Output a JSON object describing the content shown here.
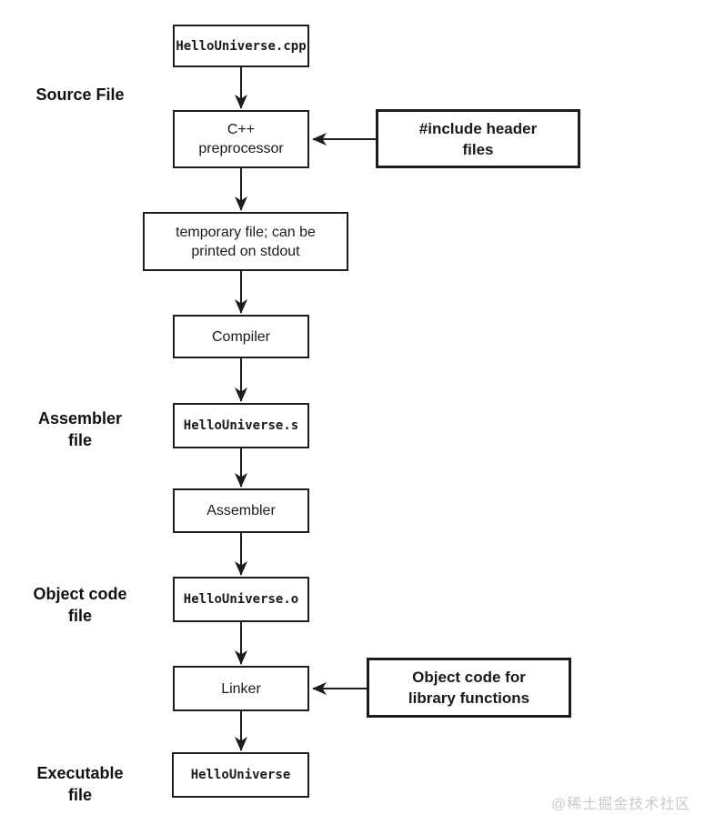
{
  "colors": {
    "background": "#ffffff",
    "line_and_border": "#1c1c1c",
    "text": "#1a1a1a",
    "watermark": "#c9c9c9"
  },
  "side_labels": {
    "source": {
      "line1": "Source File"
    },
    "assembler": {
      "line1": "Assembler",
      "line2": "file"
    },
    "object_code": {
      "line1": "Object code",
      "line2": "file"
    },
    "executable": {
      "line1": "Executable",
      "line2": "file"
    }
  },
  "nodes": {
    "cpp_file": "HelloUniverse.cpp",
    "preprocessor": {
      "line1": "C++",
      "line2": "preprocessor"
    },
    "temp_file": {
      "line1": "temporary file; can be",
      "line2": "printed on stdout"
    },
    "compiler": "Compiler",
    "asm_file": "HelloUniverse.s",
    "assembler": "Assembler",
    "obj_file": "HelloUniverse.o",
    "linker": "Linker",
    "exe_file": "HelloUniverse"
  },
  "callouts": {
    "headers": {
      "line1": "#include header",
      "line2": "files"
    },
    "lib_objects": {
      "line1": "Object code for",
      "line2": "library functions"
    }
  },
  "watermark": "@稀土掘金技术社区"
}
